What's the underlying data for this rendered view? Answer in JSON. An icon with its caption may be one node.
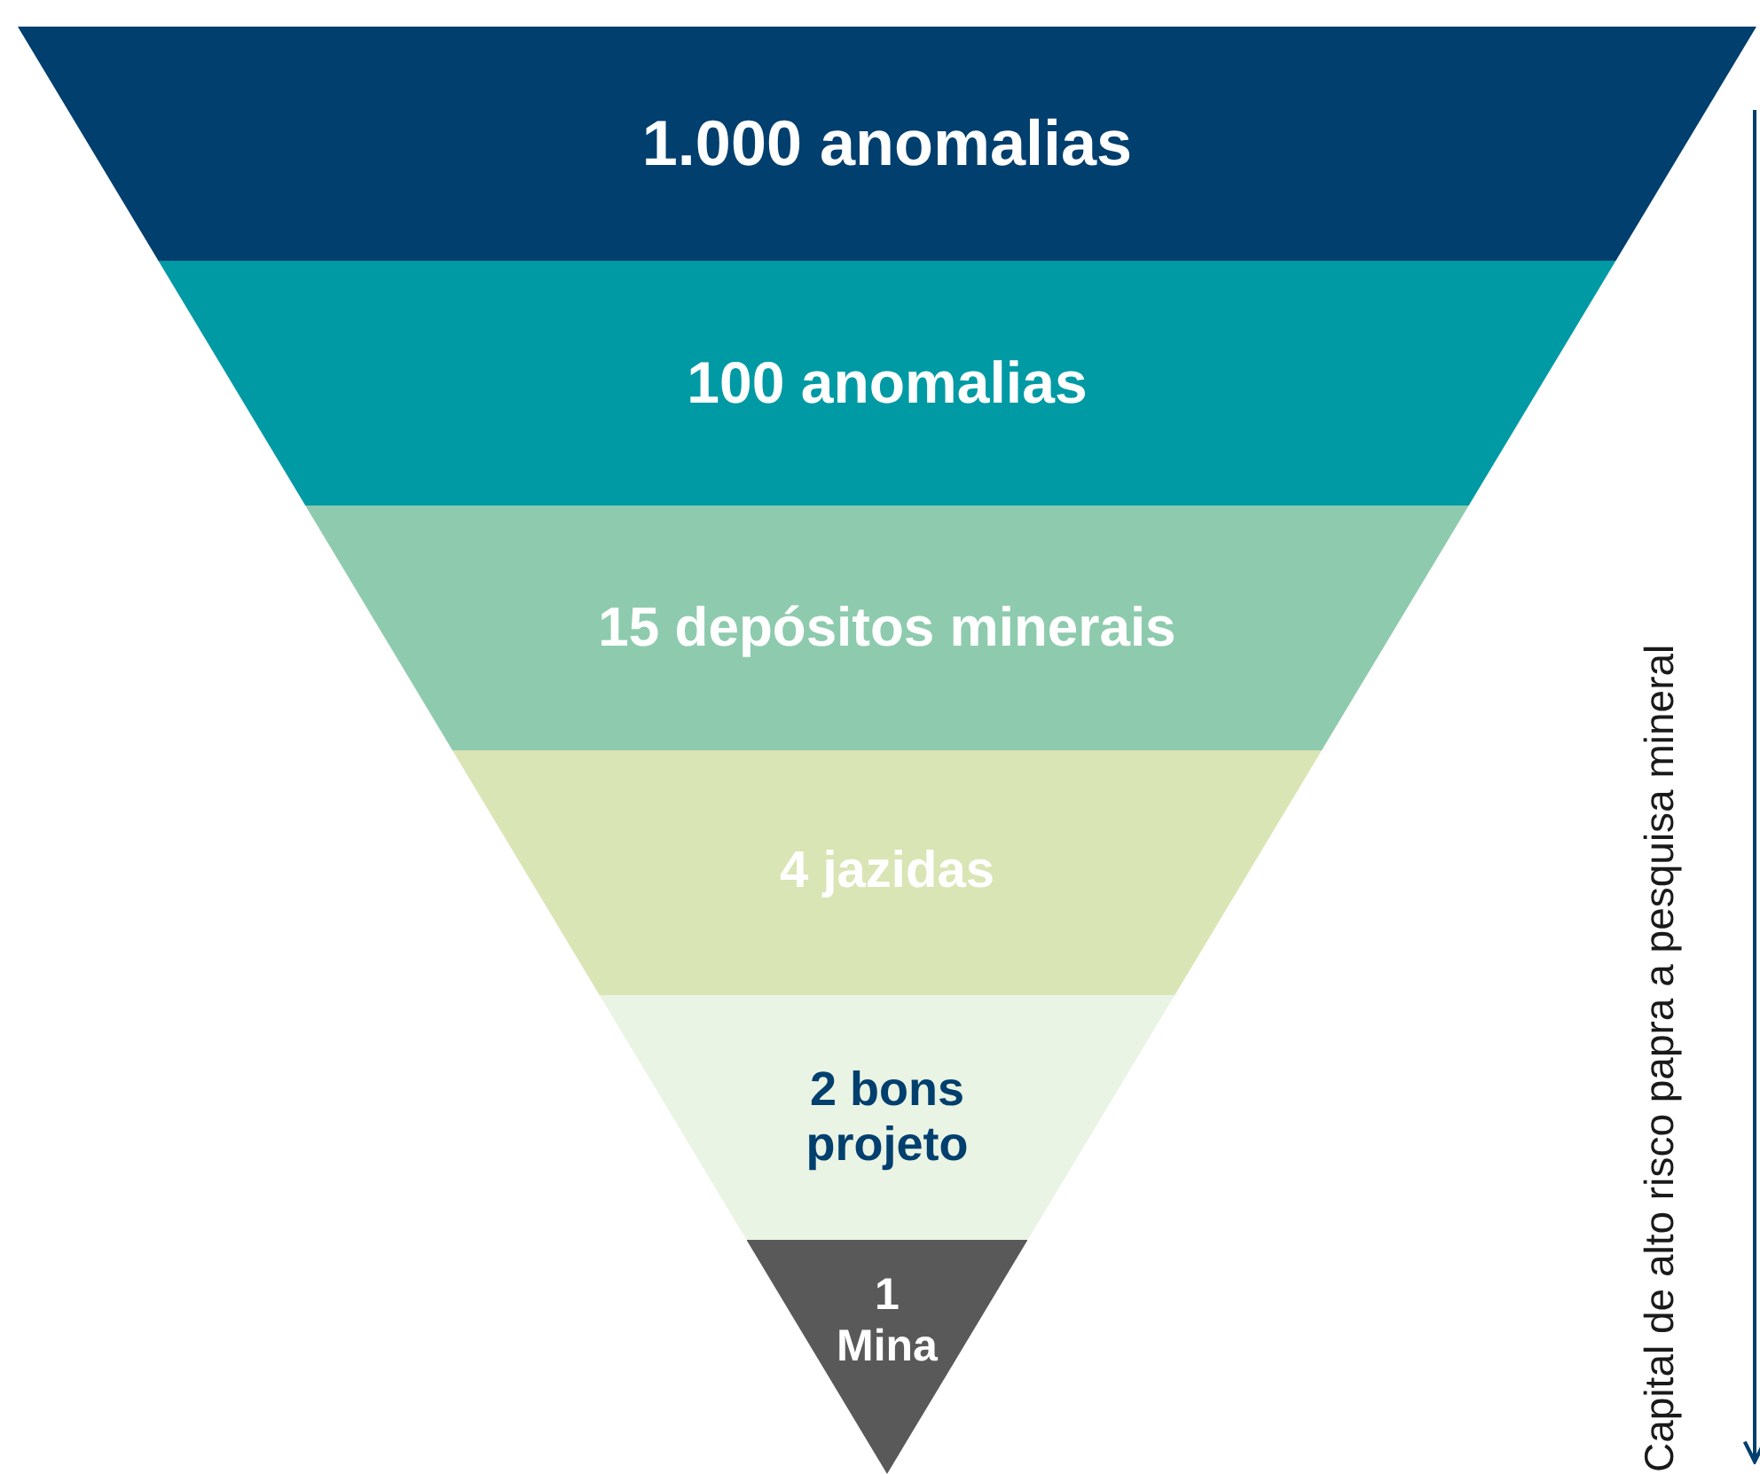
{
  "diagram": {
    "nodes": [
      {
        "text": [
          "1.000 anomalias"
        ]
      },
      {
        "text": [
          "100 anomalias"
        ]
      },
      {
        "text": [
          "15 depósitos minerais"
        ]
      },
      {
        "text": [
          "4 jazidas"
        ]
      },
      {
        "text": [
          "2 bons projeto"
        ]
      },
      {
        "text": [
          "1 Mina"
        ]
      }
    ],
    "labels": [
      "Capital de alto risco papra a pesquisa mineral"
    ]
  }
}
